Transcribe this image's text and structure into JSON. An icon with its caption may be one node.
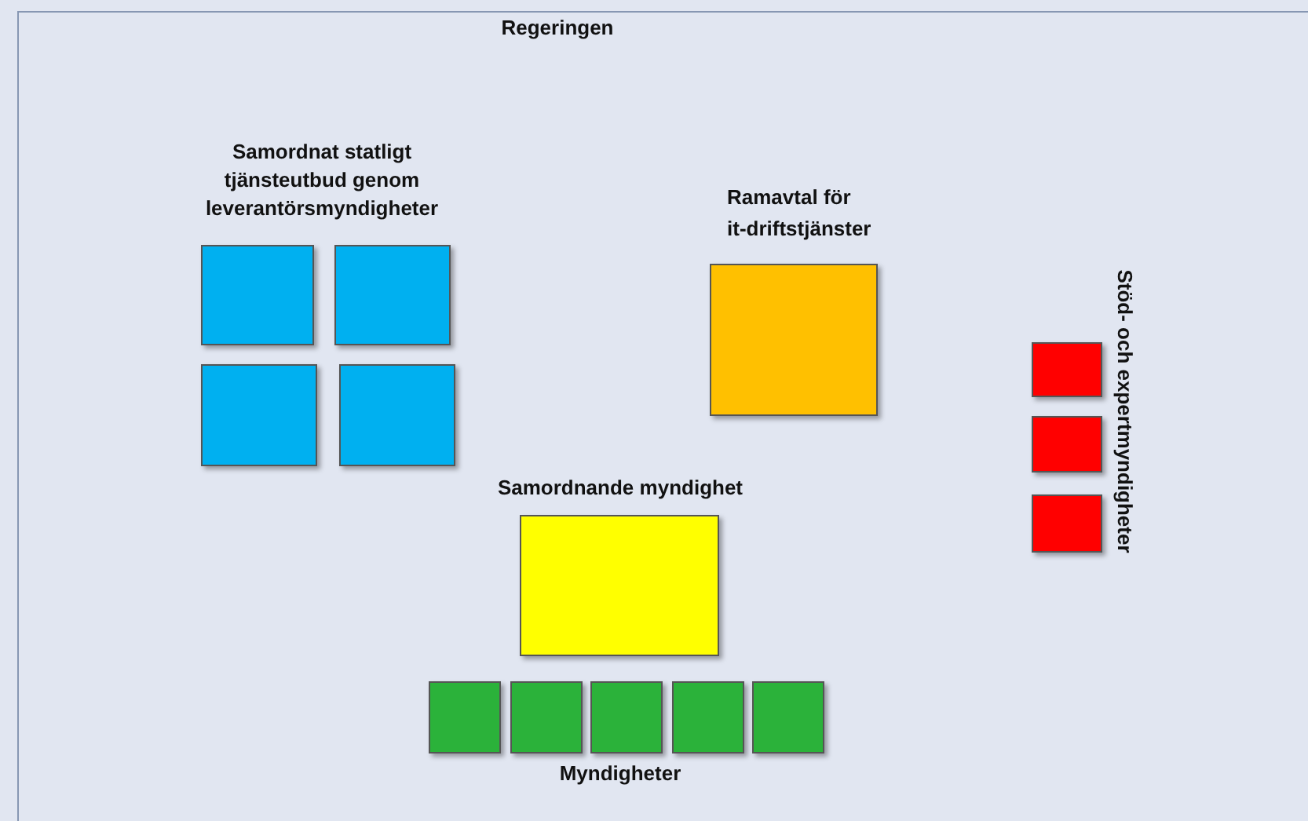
{
  "diagram": {
    "nodes": [
      {
        "text": [],
        "shape": "box"
      },
      {
        "text": [],
        "shape": "box"
      },
      {
        "text": [],
        "shape": "box"
      },
      {
        "text": [],
        "shape": "box"
      },
      {
        "text": [
          "Ramavtal för it-driftstjänster"
        ]
      },
      {
        "text": [],
        "shape": "box"
      },
      {
        "text": [],
        "shape": "box"
      },
      {
        "text": [],
        "shape": "box"
      },
      {
        "text": [
          "Samordnande myndighet"
        ]
      },
      {
        "text": [],
        "shape": "box"
      },
      {
        "text": [],
        "shape": "box"
      },
      {
        "text": [],
        "shape": "box"
      },
      {
        "text": [],
        "shape": "box"
      },
      {
        "text": [],
        "shape": "box"
      }
    ],
    "labels": [
      "Regeringen",
      "Samordnat statligt tjänsteutbud genom leverantörsmyndigheter",
      "Stöd- och expertmyndigheter",
      "Myndigheter"
    ]
  }
}
